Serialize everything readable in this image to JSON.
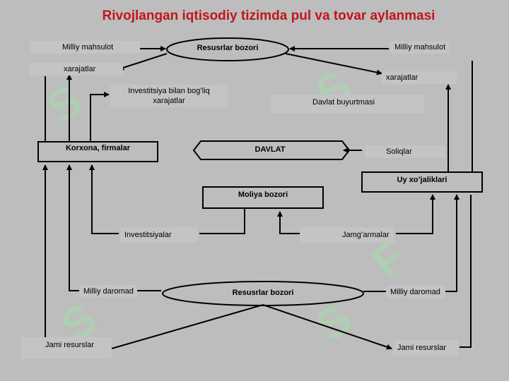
{
  "title": "Rivojlangan iqtisodiy tizimda pul va tovar aylanmasi",
  "nodes": {
    "resurslar_top": "Resusrlar bozori",
    "korxona": "Korxona, firmalar",
    "davlat": "DAVLAT",
    "uy": "Uy xo’jaliklari",
    "moliya": "Moliya bozori",
    "resurslar_bottom": "Resusrlar bozori"
  },
  "labels": {
    "milliy_mahsulot_left": "Milliy mahsulot",
    "xarajatlar_left": "xarajatlar",
    "milliy_mahsulot_right": "Milliy mahsulot",
    "xarajatlar_right": "xarajatlar",
    "investitsiya_line1": "Investitsiya bilan bog’liq",
    "investitsiya_line2": "xarajatlar",
    "davlat_buyurtmasi": "Davlat buyurtmasi",
    "soliqlar": "Soliqlar",
    "investitsiyalar": "Investitsiyalar",
    "jamgarmalar": "Jamg’armalar",
    "milliy_daromad_left": "Milliy daromad",
    "milliy_daromad_right": "Milliy daromad",
    "jami_resurslar_left": "Jami resurslar",
    "jami_resurslar_right": "Jami resurslar"
  },
  "colors": {
    "title": "#c0161c",
    "background": "#bdbdbd",
    "stroke": "#000000",
    "watermark": "#a6dcae"
  }
}
